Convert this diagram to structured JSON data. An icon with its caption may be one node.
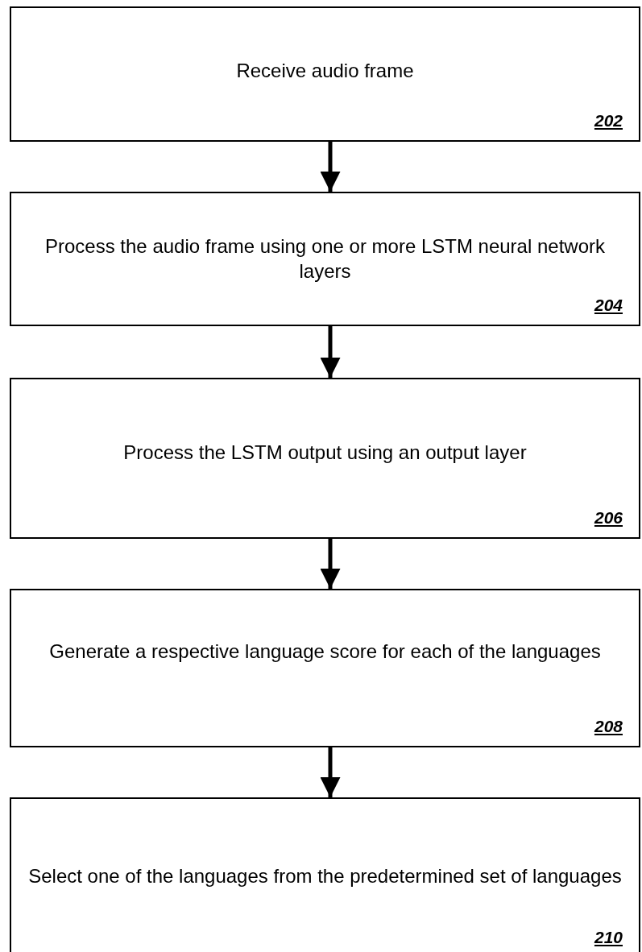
{
  "diagram": {
    "nodes": [
      {
        "text": [
          "Receive audio frame",
          "202"
        ]
      },
      {
        "text": [
          "Process the audio frame using one or more LSTM neural network layers",
          "204"
        ]
      },
      {
        "text": [
          "Process the LSTM output using an output layer",
          "206"
        ]
      },
      {
        "text": [
          "Generate a respective language score for each of the languages",
          "208"
        ]
      },
      {
        "text": [
          "Select one of the languages from the predetermined set of languages",
          "210"
        ]
      }
    ],
    "edges": [
      {
        "from": 0,
        "to": 1,
        "arrow": "to"
      },
      {
        "from": 1,
        "to": 2,
        "arrow": "to"
      },
      {
        "from": 2,
        "to": 3,
        "arrow": "to"
      },
      {
        "from": 3,
        "to": 4,
        "arrow": "to"
      }
    ]
  }
}
